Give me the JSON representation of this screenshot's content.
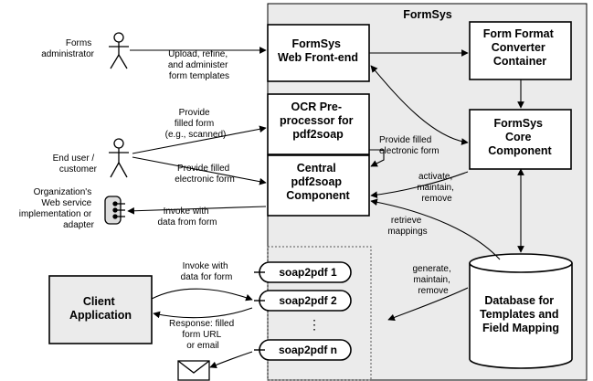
{
  "system_title": "FormSys",
  "boxes": {
    "web_frontend": [
      "FormSys",
      "Web Front-end"
    ],
    "converter": [
      "Form Format",
      "Converter",
      "Container"
    ],
    "ocr": [
      "OCR Pre-",
      "processor for",
      "pdf2soap"
    ],
    "core": [
      "FormSys",
      "Core",
      "Component"
    ],
    "pdf2soap": [
      "Central",
      "pdf2soap",
      "Component"
    ],
    "client": [
      "Client",
      "Application"
    ],
    "database": [
      "Database for",
      "Templates and",
      "Field Mapping"
    ]
  },
  "soap_components": [
    "soap2pdf 1",
    "soap2pdf 2",
    "soap2pdf n"
  ],
  "ellipsis": "⋮",
  "actors": {
    "admin": [
      "Forms",
      "administrator"
    ],
    "enduser": [
      "End user /",
      "customer"
    ],
    "webservice": [
      "Organization's",
      "Web service",
      "implementation or",
      "adapter"
    ]
  },
  "edge_labels": {
    "upload": [
      "Upload, refine,",
      "and administer",
      "form templates"
    ],
    "filled_scanned": [
      "Provide",
      "filled form",
      "(e.g., scanned)"
    ],
    "filled_electronic_user": [
      "Provide filled",
      "electronic form"
    ],
    "filled_electronic_ocr": [
      "Provide filled",
      "electronic form"
    ],
    "invoke_data": [
      "Invoke with",
      "data from form"
    ],
    "activate": [
      "activate,",
      "maintain,",
      "remove"
    ],
    "retrieve": [
      "retrieve",
      "mappings"
    ],
    "generate": [
      "generate,",
      "maintain,",
      "remove"
    ],
    "invoke_client": [
      "Invoke with",
      "data for form"
    ],
    "response": [
      "Response: filled",
      "form URL",
      "or email"
    ]
  },
  "icons": {
    "admin": "stick-figure",
    "enduser": "stick-figure",
    "webservice": "service-plug",
    "email": "envelope"
  },
  "colors": {
    "container_fill": "#ebebeb",
    "box_fill": "#ffffff",
    "stroke": "#000000"
  }
}
